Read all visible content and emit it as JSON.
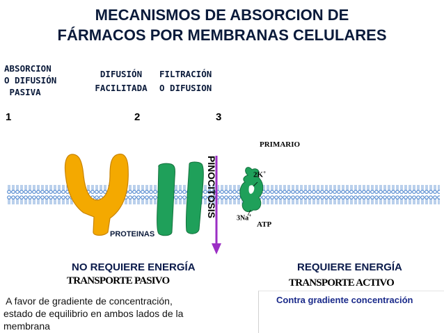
{
  "title": {
    "line1": "MECANISMOS DE ABSORCION DE",
    "line2": "FÁRMACOS POR MEMBRANAS CELULARES"
  },
  "mechanisms": [
    {
      "label_lines": [
        "ABSORCION",
        "O DIFUSIÓN",
        " PASIVA"
      ],
      "number": "1"
    },
    {
      "label_lines": [
        "DIFUSIÓN",
        "FACILITADA"
      ],
      "number": "2"
    },
    {
      "label_lines": [
        "FILTRACIÓN",
        "O DIFUSION"
      ],
      "number": "3"
    }
  ],
  "diagram": {
    "proteins_label": "PROTEINAS",
    "pinocytosis_label": "PINOCITOSIS",
    "primary_label": "PRIMARIO",
    "ion_k": "2K",
    "ion_na": "3Na",
    "atp_label": "ATP",
    "colors": {
      "protein_orange": "#f4a900",
      "channel_green": "#1fa05a",
      "membrane_blue": "#3a78c8",
      "arrow_purple": "#9b2fc4"
    }
  },
  "passive": {
    "heading": "NO REQUIERE ENERGÍA",
    "transport": "TRANSPORTE PASIVO",
    "description_lines": [
      " A favor de gradiente de concentración,",
      "estado de equilibrio en ambos lados de la",
      "membrana"
    ]
  },
  "active": {
    "heading": "REQUIERE ENERGÍA",
    "transport": "TRANSPORTE ACTIVO",
    "description": "Contra gradiente concentración"
  }
}
